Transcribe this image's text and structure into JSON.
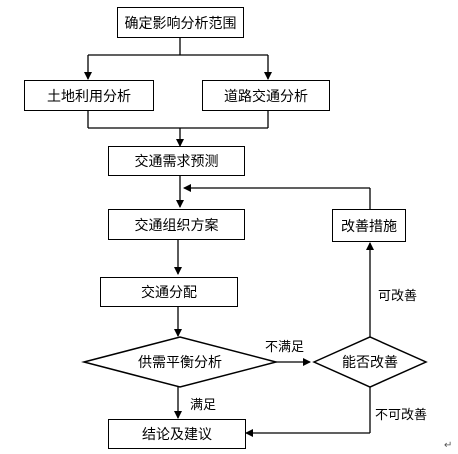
{
  "flow": {
    "scope": "确定影响分析范围",
    "landuse": "土地利用分析",
    "road": "道路交通分析",
    "demand": "交通需求预测",
    "plan": "交通组织方案",
    "assign": "交通分配",
    "balance": "供需平衡分析",
    "improvable": "能否改善",
    "measures": "改善措施",
    "conclusion": "结论及建议"
  },
  "labels": {
    "unsatisfied": "不满足",
    "satisfied": "满足",
    "can_improve": "可改善",
    "cannot_improve": "不可改善"
  },
  "mark": "↵"
}
